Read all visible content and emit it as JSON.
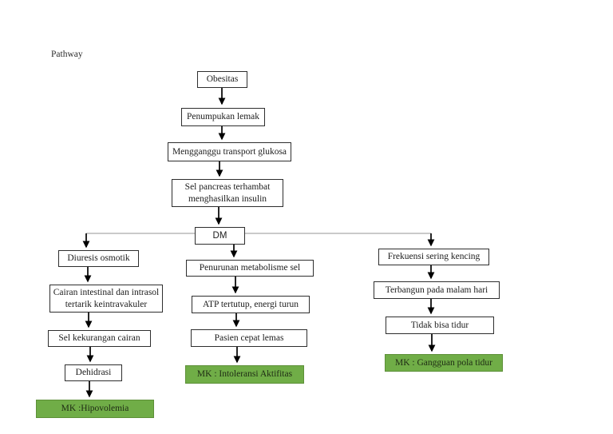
{
  "page": {
    "label": "Pathway"
  },
  "colors": {
    "outcome_fill": "#70ad47",
    "outcome_border": "#5d9038",
    "outcome_text": "#1e2b14",
    "arrow_black": "#000000",
    "connector_gray": "#ababab"
  },
  "flowchart": {
    "type": "pathway-flowchart",
    "nodes": {
      "obesitas": "Obesitas",
      "penumpukan_lemak": "Penumpukan lemak",
      "mengganggu_transport": "Mengganggu transport glukosa",
      "sel_pancreas": [
        "Sel pancreas terhambat",
        "menghasilkan insulin"
      ],
      "dm": "DM",
      "diuresis_osmotik": "Diuresis osmotik",
      "cairan_intestinal": [
        "Cairan intestinal dan intrasol",
        "tertarik keintravakuler"
      ],
      "sel_kekurangan_cairan": "Sel kekurangan cairan",
      "dehidrasi": "Dehidrasi",
      "mk_hipovolemia": "MK :Hipovolemia",
      "penurunan_metabolisme": "Penurunan metabolisme sel",
      "atp_tertutup": "ATP tertutup, energi turun",
      "pasien_cepat_lemas": "Pasien cepat lemas",
      "mk_intoleransi": "MK : Intoleransi Aktifitas",
      "frekuensi_kencing": "Frekuensi sering kencing",
      "terbangun_malam": "Terbangun pada malam hari",
      "tidak_bisa_tidur": "Tidak bisa tidur",
      "mk_gangguan_tidur": "MK : Gangguan pola tidur"
    }
  }
}
